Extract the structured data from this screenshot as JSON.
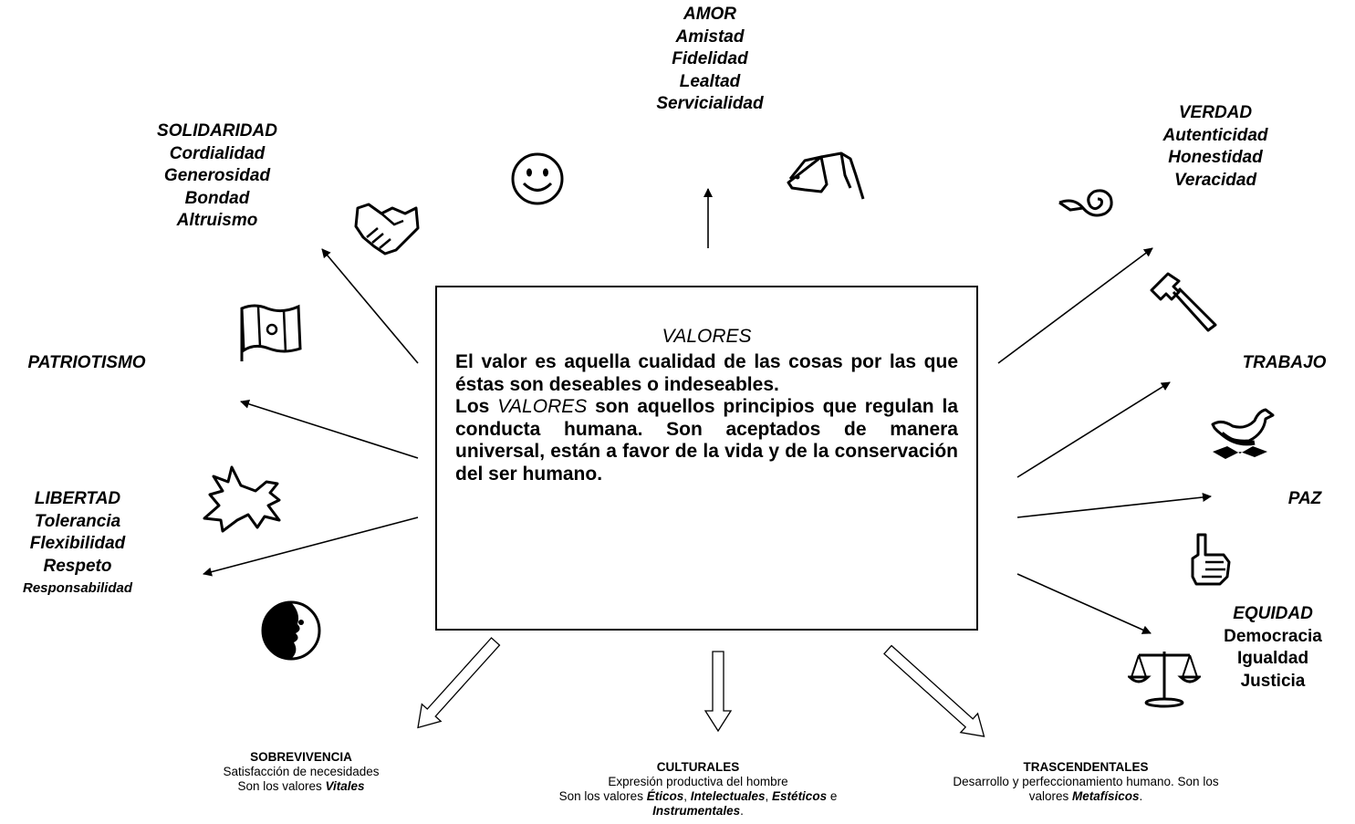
{
  "center": {
    "title": "VALORES",
    "definition": "El valor es aquella cualidad de las cosas por las que éstas son deseables o indeseables.",
    "text_a": "Los ",
    "text_b": "VALORES",
    "text_c": " son aquellos principios que regulan la conducta humana. Son aceptados de manera universal, están a favor de la vida y de la conservación del ser humano."
  },
  "groups": {
    "amor": [
      "AMOR",
      "Amistad",
      "Fidelidad",
      "Lealtad",
      "Servicialidad"
    ],
    "solidaridad": [
      "SOLIDARIDAD",
      "Cordialidad",
      "Generosidad",
      "Bondad",
      "Altruismo"
    ],
    "patriotismo": [
      "PATRIOTISMO"
    ],
    "libertad": [
      "LIBERTAD",
      "Tolerancia",
      "Flexibilidad",
      "Respeto",
      "Responsabilidad"
    ],
    "verdad": [
      "VERDAD",
      "Autenticidad",
      "Honestidad",
      "Veracidad"
    ],
    "trabajo": [
      "TRABAJO"
    ],
    "paz": [
      "PAZ"
    ],
    "equidad": [
      "EQUIDAD",
      "Democracia",
      "Igualdad",
      "Justicia"
    ]
  },
  "bottom": {
    "sobrevivencia": {
      "title": "SOBREVIVENCIA",
      "line1": "Satisfacción de necesidades",
      "line2_a": "Son los valores ",
      "line2_b": "Vitales"
    },
    "culturales": {
      "title": "CULTURALES",
      "line1": "Expresión productiva del hombre",
      "line2_a": "Son los valores ",
      "eticos": "Éticos",
      "sep1": ", ",
      "intelectuales": "Intelectuales",
      "sep2": ", ",
      "esteticos": "Estéticos",
      "sep3": " e",
      "instrumentales": "Instrumentales",
      "end": "."
    },
    "trascendentales": {
      "title": "TRASCENDENTALES",
      "line1": "Desarrollo y perfeccionamiento humano. Son los",
      "line2_a": "valores ",
      "line2_b": "Metafísicos",
      "end": "."
    }
  },
  "icons": [
    "smiley-icon",
    "dog-icon",
    "handshake-icon",
    "flag-icon",
    "dove-icon",
    "moon-face-icon",
    "spiral-icon",
    "hammer-icon",
    "bird-nest-icon",
    "pointing-hand-icon",
    "scales-icon"
  ]
}
